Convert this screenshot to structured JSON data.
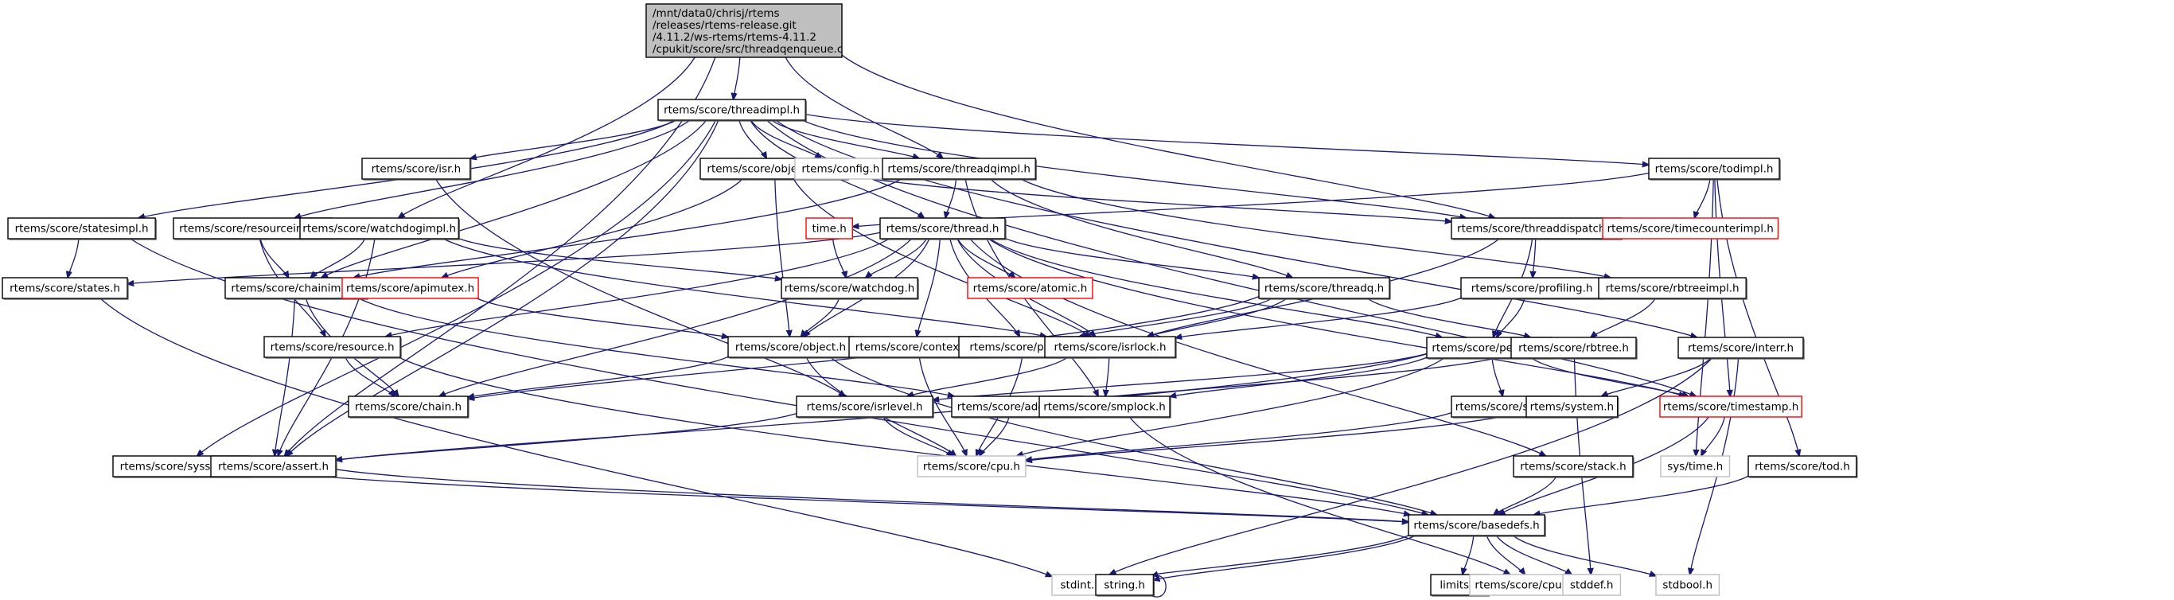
{
  "diagram": {
    "type": "include-dependency-graph",
    "root": {
      "id": "root",
      "lines": [
        "/mnt/data0/chrisj/rtems",
        "/releases/rtems-release.git",
        "/4.11.2/ws-rtems/rtems-4.11.2",
        "/cpukit/score/src/threadqenqueue.c"
      ],
      "style": "root"
    },
    "colors": {
      "edge": "#191970",
      "node_border": "#000000",
      "root_fill": "#bfbfbf",
      "missing_border": "#ff0000",
      "system_border": "#bfbfbf"
    },
    "nodes": [
      {
        "id": "threadimpl",
        "label": "rtems/score/threadimpl.h",
        "style": "normal"
      },
      {
        "id": "statesimpl",
        "label": "rtems/score/statesimpl.h",
        "style": "normal"
      },
      {
        "id": "resourceimpl",
        "label": "rtems/score/resourceimpl.h",
        "style": "normal"
      },
      {
        "id": "watchdogimpl",
        "label": "rtems/score/watchdogimpl.h",
        "style": "normal"
      },
      {
        "id": "isr",
        "label": "rtems/score/isr.h",
        "style": "normal"
      },
      {
        "id": "objectimpl",
        "label": "rtems/score/objectimpl.h",
        "style": "normal"
      },
      {
        "id": "config",
        "label": "rtems/config.h",
        "style": "system"
      },
      {
        "id": "threadqimpl",
        "label": "rtems/score/threadqimpl.h",
        "style": "normal"
      },
      {
        "id": "todimpl",
        "label": "rtems/score/todimpl.h",
        "style": "normal"
      },
      {
        "id": "timeh",
        "label": "time.h",
        "style": "missing"
      },
      {
        "id": "thread",
        "label": "rtems/score/thread.h",
        "style": "normal"
      },
      {
        "id": "threaddispatch",
        "label": "rtems/score/threaddispatch.h",
        "style": "normal"
      },
      {
        "id": "timecounterimpl",
        "label": "rtems/score/timecounterimpl.h",
        "style": "missing"
      },
      {
        "id": "states",
        "label": "rtems/score/states.h",
        "style": "normal"
      },
      {
        "id": "chainimpl",
        "label": "rtems/score/chainimpl.h",
        "style": "normal"
      },
      {
        "id": "apimutex",
        "label": "rtems/score/apimutex.h",
        "style": "missing"
      },
      {
        "id": "watchdog",
        "label": "rtems/score/watchdog.h",
        "style": "normal"
      },
      {
        "id": "atomic",
        "label": "rtems/score/atomic.h",
        "style": "missing"
      },
      {
        "id": "threadq",
        "label": "rtems/score/threadq.h",
        "style": "normal"
      },
      {
        "id": "profiling",
        "label": "rtems/score/profiling.h",
        "style": "normal"
      },
      {
        "id": "rbtreeimpl",
        "label": "rtems/score/rbtreeimpl.h",
        "style": "normal"
      },
      {
        "id": "resource",
        "label": "rtems/score/resource.h",
        "style": "normal"
      },
      {
        "id": "object",
        "label": "rtems/score/object.h",
        "style": "normal"
      },
      {
        "id": "context",
        "label": "rtems/score/context.h",
        "style": "normal"
      },
      {
        "id": "priority",
        "label": "rtems/score/priority.h",
        "style": "normal"
      },
      {
        "id": "isrlock",
        "label": "rtems/score/isrlock.h",
        "style": "normal"
      },
      {
        "id": "percpu",
        "label": "rtems/score/percpu.h",
        "style": "normal"
      },
      {
        "id": "rbtree",
        "label": "rtems/score/rbtree.h",
        "style": "normal"
      },
      {
        "id": "interr",
        "label": "rtems/score/interr.h",
        "style": "normal"
      },
      {
        "id": "chain",
        "label": "rtems/score/chain.h",
        "style": "normal"
      },
      {
        "id": "isrlevel",
        "label": "rtems/score/isrlevel.h",
        "style": "normal"
      },
      {
        "id": "address",
        "label": "rtems/score/address.h",
        "style": "normal"
      },
      {
        "id": "smplock",
        "label": "rtems/score/smplock.h",
        "style": "normal"
      },
      {
        "id": "smp",
        "label": "rtems/score/smp.h",
        "style": "normal"
      },
      {
        "id": "system",
        "label": "rtems/system.h",
        "style": "normal"
      },
      {
        "id": "timestamp",
        "label": "rtems/score/timestamp.h",
        "style": "missing"
      },
      {
        "id": "sysstate",
        "label": "rtems/score/sysstate.h",
        "style": "normal"
      },
      {
        "id": "assert",
        "label": "rtems/score/assert.h",
        "style": "normal"
      },
      {
        "id": "cpu",
        "label": "rtems/score/cpu.h",
        "style": "system"
      },
      {
        "id": "stack",
        "label": "rtems/score/stack.h",
        "style": "normal"
      },
      {
        "id": "systime",
        "label": "sys/time.h",
        "style": "system"
      },
      {
        "id": "tod",
        "label": "rtems/score/tod.h",
        "style": "normal"
      },
      {
        "id": "basedefs",
        "label": "rtems/score/basedefs.h",
        "style": "normal"
      },
      {
        "id": "stdint",
        "label": "stdint.h",
        "style": "system"
      },
      {
        "id": "string",
        "label": "string.h",
        "style": "normal"
      },
      {
        "id": "limits",
        "label": "limits.h",
        "style": "normal"
      },
      {
        "id": "cpuopts",
        "label": "rtems/score/cpuopts.h",
        "style": "system"
      },
      {
        "id": "stddef",
        "label": "stddef.h",
        "style": "system"
      },
      {
        "id": "stdbool",
        "label": "stdbool.h",
        "style": "system"
      }
    ],
    "edges": [
      [
        "root",
        "threadimpl"
      ],
      [
        "root",
        "watchdogimpl"
      ],
      [
        "root",
        "threadqimpl"
      ],
      [
        "root",
        "assert"
      ],
      [
        "root",
        "threaddispatch"
      ],
      [
        "threadimpl",
        "statesimpl"
      ],
      [
        "threadimpl",
        "resourceimpl"
      ],
      [
        "threadimpl",
        "isr"
      ],
      [
        "threadimpl",
        "objectimpl"
      ],
      [
        "threadimpl",
        "config"
      ],
      [
        "threadimpl",
        "threadqimpl"
      ],
      [
        "threadimpl",
        "todimpl"
      ],
      [
        "threadimpl",
        "thread"
      ],
      [
        "threadimpl",
        "threaddispatch"
      ],
      [
        "threadimpl",
        "chainimpl"
      ],
      [
        "threadimpl",
        "assert"
      ],
      [
        "threadimpl",
        "sysstate"
      ],
      [
        "threadimpl",
        "interr"
      ],
      [
        "threadimpl",
        "timestamp"
      ],
      [
        "statesimpl",
        "states"
      ],
      [
        "statesimpl",
        "basedefs"
      ],
      [
        "resourceimpl",
        "chainimpl"
      ],
      [
        "resourceimpl",
        "resource"
      ],
      [
        "watchdogimpl",
        "chainimpl"
      ],
      [
        "watchdogimpl",
        "watchdog"
      ],
      [
        "watchdogimpl",
        "assert"
      ],
      [
        "watchdogimpl",
        "isrlock"
      ],
      [
        "isr",
        "isrlevel"
      ],
      [
        "objectimpl",
        "object"
      ],
      [
        "objectimpl",
        "apimutex"
      ],
      [
        "objectimpl",
        "isrlock"
      ],
      [
        "objectimpl",
        "threaddispatch"
      ],
      [
        "threadqimpl",
        "thread"
      ],
      [
        "threadqimpl",
        "threadq"
      ],
      [
        "threadqimpl",
        "chainimpl"
      ],
      [
        "threadqimpl",
        "smplock"
      ],
      [
        "threadqimpl",
        "rbtreeimpl"
      ],
      [
        "todimpl",
        "timecounterimpl"
      ],
      [
        "todimpl",
        "timestamp"
      ],
      [
        "todimpl",
        "systime"
      ],
      [
        "todimpl",
        "tod"
      ],
      [
        "todimpl",
        "timeh"
      ],
      [
        "timeh",
        "watchdog"
      ],
      [
        "thread",
        "states"
      ],
      [
        "thread",
        "watchdog"
      ],
      [
        "thread",
        "object"
      ],
      [
        "thread",
        "resource"
      ],
      [
        "thread",
        "context"
      ],
      [
        "thread",
        "priority"
      ],
      [
        "thread",
        "isrlock"
      ],
      [
        "thread",
        "atomic"
      ],
      [
        "thread",
        "threadq"
      ],
      [
        "thread",
        "percpu"
      ],
      [
        "thread",
        "stack"
      ],
      [
        "thread",
        "timestamp"
      ],
      [
        "thread",
        "chain"
      ],
      [
        "threaddispatch",
        "profiling"
      ],
      [
        "threaddispatch",
        "isrlock"
      ],
      [
        "threaddispatch",
        "percpu"
      ],
      [
        "states",
        "stdint"
      ],
      [
        "chainimpl",
        "chain"
      ],
      [
        "chainimpl",
        "assert"
      ],
      [
        "chainimpl",
        "address"
      ],
      [
        "apimutex",
        "object"
      ],
      [
        "watchdog",
        "object"
      ],
      [
        "threadq",
        "priority"
      ],
      [
        "threadq",
        "isrlock"
      ],
      [
        "threadq",
        "rbtree"
      ],
      [
        "threadq",
        "chain"
      ],
      [
        "profiling",
        "isrlock"
      ],
      [
        "profiling",
        "percpu"
      ],
      [
        "rbtreeimpl",
        "rbtree"
      ],
      [
        "resource",
        "chain"
      ],
      [
        "resource",
        "basedefs"
      ],
      [
        "object",
        "chain"
      ],
      [
        "object",
        "cpu"
      ],
      [
        "object",
        "basedefs"
      ],
      [
        "context",
        "cpu"
      ],
      [
        "priority",
        "cpu"
      ],
      [
        "isrlock",
        "isrlevel"
      ],
      [
        "isrlock",
        "smplock"
      ],
      [
        "percpu",
        "isrlevel"
      ],
      [
        "percpu",
        "smplock"
      ],
      [
        "percpu",
        "smp"
      ],
      [
        "percpu",
        "cpu"
      ],
      [
        "percpu",
        "timestamp"
      ],
      [
        "percpu",
        "assert"
      ],
      [
        "rbtree",
        "address"
      ],
      [
        "rbtree",
        "stddef"
      ],
      [
        "interr",
        "system"
      ],
      [
        "interr",
        "stdint"
      ],
      [
        "interr",
        "stdbool"
      ],
      [
        "isrlevel",
        "cpu"
      ],
      [
        "isrlevel",
        "assert"
      ],
      [
        "address",
        "cpu"
      ],
      [
        "smplock",
        "cpuopts"
      ],
      [
        "smp",
        "cpu"
      ],
      [
        "system",
        "cpu"
      ],
      [
        "timestamp",
        "systime"
      ],
      [
        "timestamp",
        "basedefs"
      ],
      [
        "sysstate",
        "basedefs"
      ],
      [
        "assert",
        "basedefs"
      ],
      [
        "stack",
        "basedefs"
      ],
      [
        "tod",
        "basedefs"
      ],
      [
        "basedefs",
        "stdint"
      ],
      [
        "basedefs",
        "string"
      ],
      [
        "basedefs",
        "limits"
      ],
      [
        "basedefs",
        "cpuopts"
      ],
      [
        "basedefs",
        "stddef"
      ],
      [
        "basedefs",
        "stdbool"
      ],
      [
        "string",
        "string"
      ]
    ]
  }
}
